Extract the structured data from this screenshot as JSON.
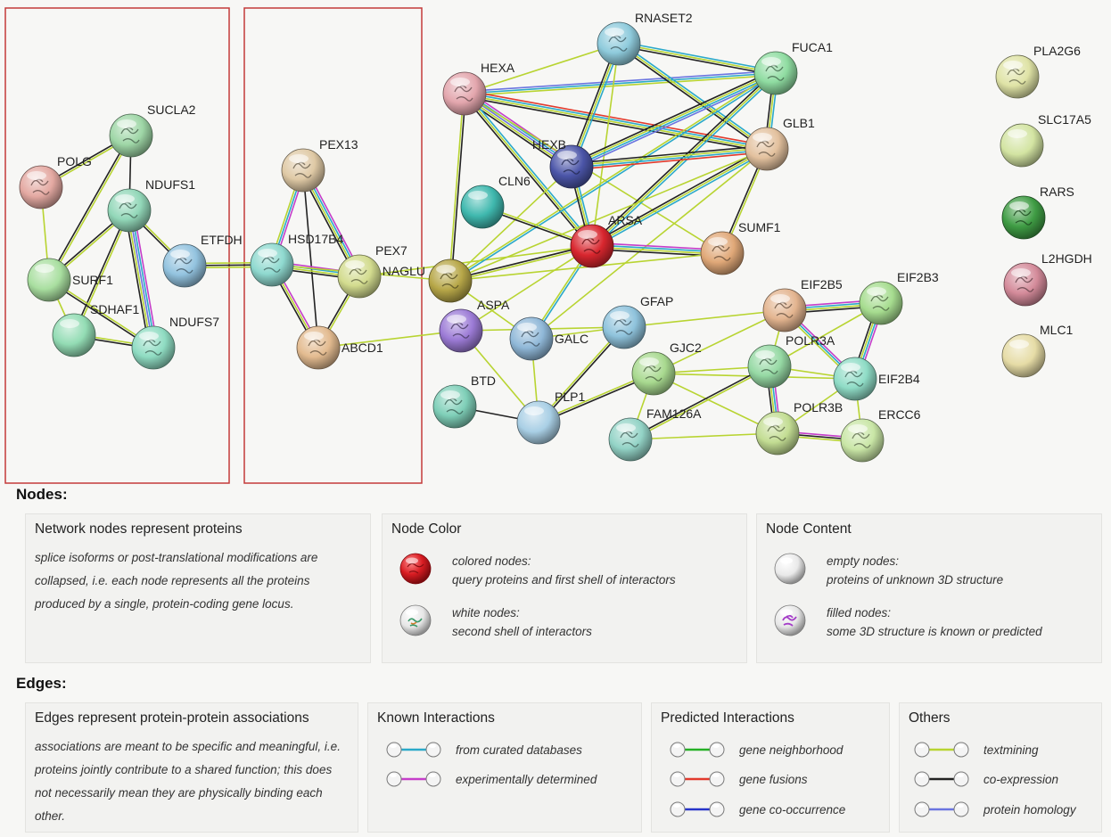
{
  "network": {
    "nodes": [
      {
        "id": "SUCLA2",
        "label": "SUCLA2",
        "color": "#9ed6a6",
        "filled": true
      },
      {
        "id": "POLG",
        "label": "POLG",
        "color": "#e4a9a2",
        "filled": true
      },
      {
        "id": "NDUFS1",
        "label": "NDUFS1",
        "color": "#92d7b8",
        "filled": true
      },
      {
        "id": "SURF1",
        "label": "SURF1",
        "color": "#a9dfa0",
        "filled": false
      },
      {
        "id": "ETFDH",
        "label": "ETFDH",
        "color": "#93c3df",
        "filled": true
      },
      {
        "id": "SDHAF1",
        "label": "SDHAF1",
        "color": "#93dcb4",
        "filled": false
      },
      {
        "id": "NDUFS7",
        "label": "NDUFS7",
        "color": "#8fdcc2",
        "filled": true
      },
      {
        "id": "PEX13",
        "label": "PEX13",
        "color": "#dfc9a5",
        "filled": true
      },
      {
        "id": "HSD17B4",
        "label": "HSD17B4",
        "color": "#8fd9cf",
        "filled": true
      },
      {
        "id": "PEX7",
        "label": "PEX7",
        "color": "#d3dc8f",
        "filled": true
      },
      {
        "id": "ABCD1",
        "label": "ABCD1",
        "color": "#e3bb90",
        "filled": true
      },
      {
        "id": "HEXA",
        "label": "HEXA",
        "color": "#e3a6ad",
        "filled": true
      },
      {
        "id": "RNASET2",
        "label": "RNASET2",
        "color": "#8fcbdc",
        "filled": true
      },
      {
        "id": "FUCA1",
        "label": "FUCA1",
        "color": "#8fdca1",
        "filled": true
      },
      {
        "id": "GLB1",
        "label": "GLB1",
        "color": "#e3c19e",
        "filled": true
      },
      {
        "id": "HEXB",
        "label": "HEXB",
        "color": "#4b55a8",
        "filled": true
      },
      {
        "id": "CLN6",
        "label": "CLN6",
        "color": "#3fb8ae",
        "filled": false
      },
      {
        "id": "ARSA",
        "label": "ARSA",
        "color": "#d8262e",
        "filled": true
      },
      {
        "id": "SUMF1",
        "label": "SUMF1",
        "color": "#e0a878",
        "filled": true
      },
      {
        "id": "NAGLU",
        "label": "NAGLU",
        "color": "#b7a748",
        "filled": true
      },
      {
        "id": "ASPA",
        "label": "ASPA",
        "color": "#9c7bd6",
        "filled": true
      },
      {
        "id": "GALC",
        "label": "GALC",
        "color": "#90b8d8",
        "filled": true
      },
      {
        "id": "GFAP",
        "label": "GFAP",
        "color": "#8fc3dc",
        "filled": true
      },
      {
        "id": "BTD",
        "label": "BTD",
        "color": "#7fcfb8",
        "filled": true
      },
      {
        "id": "PLP1",
        "label": "PLP1",
        "color": "#a9cfe5",
        "filled": false
      },
      {
        "id": "GJC2",
        "label": "GJC2",
        "color": "#a8d98f",
        "filled": true
      },
      {
        "id": "FAM126A",
        "label": "FAM126A",
        "color": "#93d3c6",
        "filled": true
      },
      {
        "id": "EIF2B5",
        "label": "EIF2B5",
        "color": "#e3b48f",
        "filled": true
      },
      {
        "id": "EIF2B3",
        "label": "EIF2B3",
        "color": "#a6dc8f",
        "filled": true
      },
      {
        "id": "POLR3A",
        "label": "POLR3A",
        "color": "#96d9a4",
        "filled": true
      },
      {
        "id": "EIF2B4",
        "label": "EIF2B4",
        "color": "#8fdcc6",
        "filled": true
      },
      {
        "id": "POLR3B",
        "label": "POLR3B",
        "color": "#c3dd93",
        "filled": true
      },
      {
        "id": "ERCC6",
        "label": "ERCC6",
        "color": "#c9e6a6",
        "filled": true
      },
      {
        "id": "PLA2G6",
        "label": "PLA2G6",
        "color": "#dfe3a6",
        "filled": true
      },
      {
        "id": "SLC17A5",
        "label": "SLC17A5",
        "color": "#d3e4a2",
        "filled": false
      },
      {
        "id": "RARS",
        "label": "RARS",
        "color": "#3f9c44",
        "filled": true
      },
      {
        "id": "L2HGDH",
        "label": "L2HGDH",
        "color": "#d48b9a",
        "filled": true
      },
      {
        "id": "MLC1",
        "label": "MLC1",
        "color": "#e6dca6",
        "filled": false
      }
    ],
    "edges": [
      {
        "a": "SUCLA2",
        "b": "POLG",
        "types": [
          "textmining",
          "coexpression"
        ]
      },
      {
        "a": "SUCLA2",
        "b": "NDUFS1",
        "types": [
          "coexpression"
        ]
      },
      {
        "a": "SUCLA2",
        "b": "SURF1",
        "types": [
          "textmining",
          "coexpression"
        ]
      },
      {
        "a": "POLG",
        "b": "SURF1",
        "types": [
          "textmining"
        ]
      },
      {
        "a": "NDUFS1",
        "b": "SURF1",
        "types": [
          "textmining",
          "coexpression"
        ]
      },
      {
        "a": "NDUFS1",
        "b": "ETFDH",
        "types": [
          "textmining",
          "coexpression"
        ]
      },
      {
        "a": "NDUFS1",
        "b": "NDUFS7",
        "types": [
          "experimental",
          "curated",
          "homology",
          "textmining",
          "coexpression"
        ]
      },
      {
        "a": "NDUFS1",
        "b": "SDHAF1",
        "types": [
          "textmining",
          "coexpression"
        ]
      },
      {
        "a": "SURF1",
        "b": "SDHAF1",
        "types": [
          "textmining"
        ]
      },
      {
        "a": "SURF1",
        "b": "NDUFS7",
        "types": [
          "textmining",
          "coexpression"
        ]
      },
      {
        "a": "SDHAF1",
        "b": "NDUFS7",
        "types": [
          "textmining",
          "coexpression"
        ]
      },
      {
        "a": "ETFDH",
        "b": "HSD17B4",
        "types": [
          "textmining",
          "coexpression",
          "textmining"
        ]
      },
      {
        "a": "PEX13",
        "b": "HSD17B4",
        "types": [
          "experimental",
          "curated",
          "textmining"
        ]
      },
      {
        "a": "PEX13",
        "b": "PEX7",
        "types": [
          "experimental",
          "curated",
          "textmining",
          "coexpression"
        ]
      },
      {
        "a": "PEX13",
        "b": "ABCD1",
        "types": [
          "coexpression"
        ]
      },
      {
        "a": "HSD17B4",
        "b": "PEX7",
        "types": [
          "experimental",
          "curated",
          "textmining",
          "coexpression"
        ]
      },
      {
        "a": "HSD17B4",
        "b": "ABCD1",
        "types": [
          "experimental",
          "textmining",
          "coexpression"
        ]
      },
      {
        "a": "PEX7",
        "b": "ABCD1",
        "types": [
          "textmining",
          "coexpression"
        ]
      },
      {
        "a": "HSD17B4",
        "b": "NAGLU",
        "types": [
          "textmining"
        ]
      },
      {
        "a": "PEX7",
        "b": "ARSA",
        "types": [
          "textmining"
        ]
      },
      {
        "a": "ABCD1",
        "b": "ASPA",
        "types": [
          "textmining"
        ]
      },
      {
        "a": "HEXA",
        "b": "RNASET2",
        "types": [
          "textmining"
        ]
      },
      {
        "a": "HEXA",
        "b": "FUCA1",
        "types": [
          "homology",
          "curated",
          "textmining"
        ]
      },
      {
        "a": "HEXA",
        "b": "GLB1",
        "types": [
          "fusion",
          "curated",
          "textmining",
          "coexpression"
        ]
      },
      {
        "a": "HEXA",
        "b": "HEXB",
        "types": [
          "experimental",
          "curated",
          "homology",
          "textmining",
          "coexpression"
        ]
      },
      {
        "a": "HEXA",
        "b": "ARSA",
        "types": [
          "curated",
          "textmining",
          "coexpression"
        ]
      },
      {
        "a": "HEXA",
        "b": "NAGLU",
        "types": [
          "coexpression",
          "textmining"
        ]
      },
      {
        "a": "HEXA",
        "b": "SUMF1",
        "types": [
          "textmining"
        ]
      },
      {
        "a": "RNASET2",
        "b": "FUCA1",
        "types": [
          "curated",
          "textmining",
          "coexpression"
        ]
      },
      {
        "a": "RNASET2",
        "b": "GLB1",
        "types": [
          "curated",
          "textmining",
          "coexpression"
        ]
      },
      {
        "a": "RNASET2",
        "b": "HEXB",
        "types": [
          "curated",
          "textmining",
          "coexpression"
        ]
      },
      {
        "a": "RNASET2",
        "b": "ARSA",
        "types": [
          "textmining"
        ]
      },
      {
        "a": "FUCA1",
        "b": "GLB1",
        "types": [
          "curated",
          "textmining",
          "coexpression"
        ]
      },
      {
        "a": "FUCA1",
        "b": "HEXB",
        "types": [
          "homology",
          "curated",
          "textmining",
          "coexpression"
        ]
      },
      {
        "a": "FUCA1",
        "b": "ARSA",
        "types": [
          "curated",
          "textmining",
          "coexpression"
        ]
      },
      {
        "a": "FUCA1",
        "b": "NAGLU",
        "types": [
          "curated",
          "textmining"
        ]
      },
      {
        "a": "GLB1",
        "b": "HEXB",
        "types": [
          "fusion",
          "curated",
          "textmining",
          "coexpression"
        ]
      },
      {
        "a": "GLB1",
        "b": "ARSA",
        "types": [
          "curated",
          "textmining",
          "coexpression"
        ]
      },
      {
        "a": "GLB1",
        "b": "SUMF1",
        "types": [
          "textmining",
          "coexpression"
        ]
      },
      {
        "a": "GLB1",
        "b": "NAGLU",
        "types": [
          "textmining"
        ]
      },
      {
        "a": "GLB1",
        "b": "GALC",
        "types": [
          "textmining"
        ]
      },
      {
        "a": "HEXB",
        "b": "ARSA",
        "types": [
          "curated",
          "textmining",
          "coexpression"
        ]
      },
      {
        "a": "HEXB",
        "b": "NAGLU",
        "types": [
          "textmining"
        ]
      },
      {
        "a": "CLN6",
        "b": "ARSA",
        "types": [
          "textmining",
          "coexpression"
        ]
      },
      {
        "a": "ARSA",
        "b": "SUMF1",
        "types": [
          "experimental",
          "curated",
          "textmining",
          "coexpression"
        ]
      },
      {
        "a": "ARSA",
        "b": "NAGLU",
        "types": [
          "textmining",
          "coexpression"
        ]
      },
      {
        "a": "ARSA",
        "b": "GALC",
        "types": [
          "curated",
          "textmining"
        ]
      },
      {
        "a": "ARSA",
        "b": "ASPA",
        "types": [
          "textmining"
        ]
      },
      {
        "a": "SUMF1",
        "b": "NAGLU",
        "types": [
          "textmining"
        ]
      },
      {
        "a": "NAGLU",
        "b": "GALC",
        "types": [
          "textmining"
        ]
      },
      {
        "a": "ASPA",
        "b": "GFAP",
        "types": [
          "textmining"
        ]
      },
      {
        "a": "ASPA",
        "b": "PLP1",
        "types": [
          "textmining"
        ]
      },
      {
        "a": "GALC",
        "b": "PLP1",
        "types": [
          "textmining"
        ]
      },
      {
        "a": "GALC",
        "b": "GFAP",
        "types": [
          "textmining"
        ]
      },
      {
        "a": "GFAP",
        "b": "PLP1",
        "types": [
          "coexpression",
          "textmining"
        ]
      },
      {
        "a": "GFAP",
        "b": "EIF2B5",
        "types": [
          "textmining"
        ]
      },
      {
        "a": "BTD",
        "b": "PLP1",
        "types": [
          "coexpression"
        ]
      },
      {
        "a": "PLP1",
        "b": "GJC2",
        "types": [
          "textmining",
          "coexpression"
        ]
      },
      {
        "a": "GJC2",
        "b": "EIF2B5",
        "types": [
          "textmining"
        ]
      },
      {
        "a": "GJC2",
        "b": "POLR3A",
        "types": [
          "textmining"
        ]
      },
      {
        "a": "GJC2",
        "b": "EIF2B4",
        "types": [
          "textmining"
        ]
      },
      {
        "a": "GJC2",
        "b": "FAM126A",
        "types": [
          "textmining"
        ]
      },
      {
        "a": "GJC2",
        "b": "POLR3B",
        "types": [
          "textmining"
        ]
      },
      {
        "a": "FAM126A",
        "b": "POLR3A",
        "types": [
          "coexpression",
          "textmining"
        ]
      },
      {
        "a": "FAM126A",
        "b": "POLR3B",
        "types": [
          "textmining"
        ]
      },
      {
        "a": "EIF2B5",
        "b": "EIF2B3",
        "types": [
          "experimental",
          "curated",
          "textmining",
          "coexpression"
        ]
      },
      {
        "a": "EIF2B5",
        "b": "EIF2B4",
        "types": [
          "experimental",
          "curated",
          "textmining"
        ]
      },
      {
        "a": "EIF2B5",
        "b": "POLR3A",
        "types": [
          "textmining"
        ]
      },
      {
        "a": "EIF2B3",
        "b": "EIF2B4",
        "types": [
          "experimental",
          "curated",
          "textmining",
          "coexpression"
        ]
      },
      {
        "a": "EIF2B3",
        "b": "POLR3A",
        "types": [
          "textmining"
        ]
      },
      {
        "a": "POLR3A",
        "b": "EIF2B4",
        "types": [
          "textmining"
        ]
      },
      {
        "a": "POLR3A",
        "b": "POLR3B",
        "types": [
          "experimental",
          "curated",
          "textmining",
          "coexpression"
        ]
      },
      {
        "a": "POLR3B",
        "b": "ERCC6",
        "types": [
          "experimental",
          "coexpression",
          "textmining"
        ]
      },
      {
        "a": "POLR3B",
        "b": "EIF2B4",
        "types": [
          "textmining"
        ]
      },
      {
        "a": "EIF2B4",
        "b": "ERCC6",
        "types": [
          "textmining"
        ]
      }
    ],
    "edge_colors": {
      "curated": "#2ba9c9",
      "experimental": "#c53ec9",
      "neighborhood": "#25b025",
      "fusion": "#e23a2c",
      "cooccurrence": "#2734c9",
      "textmining": "#b8d431",
      "coexpression": "#222222",
      "homology": "#6b75e0"
    }
  },
  "nodes_section": {
    "title": "Nodes:",
    "panel1": {
      "title": "Network nodes represent proteins",
      "body": "splice isoforms or post-translational modifications are collapsed, i.e. each node represents all the proteins produced by a single, protein-coding gene locus."
    },
    "panel2": {
      "title": "Node Color",
      "row1_l1": "colored nodes:",
      "row1_l2": "query proteins and first shell of interactors",
      "row2_l1": "white nodes:",
      "row2_l2": "second shell of interactors"
    },
    "panel3": {
      "title": "Node Content",
      "row1_l1": "empty nodes:",
      "row1_l2": "proteins of unknown 3D structure",
      "row2_l1": "filled nodes:",
      "row2_l2": "some 3D structure is known or predicted"
    }
  },
  "edges_section": {
    "title": "Edges:",
    "panel1": {
      "title": "Edges represent protein-protein associations",
      "body": "associations are meant to be specific and meaningful, i.e. proteins jointly contribute to a shared function; this does not necessarily mean they are physically binding each other."
    },
    "known": {
      "title": "Known Interactions",
      "items": [
        "from curated databases",
        "experimentally determined"
      ]
    },
    "predicted": {
      "title": "Predicted Interactions",
      "items": [
        "gene neighborhood",
        "gene fusions",
        "gene co-occurrence"
      ]
    },
    "others": {
      "title": "Others",
      "items": [
        "textmining",
        "co-expression",
        "protein homology"
      ]
    }
  }
}
